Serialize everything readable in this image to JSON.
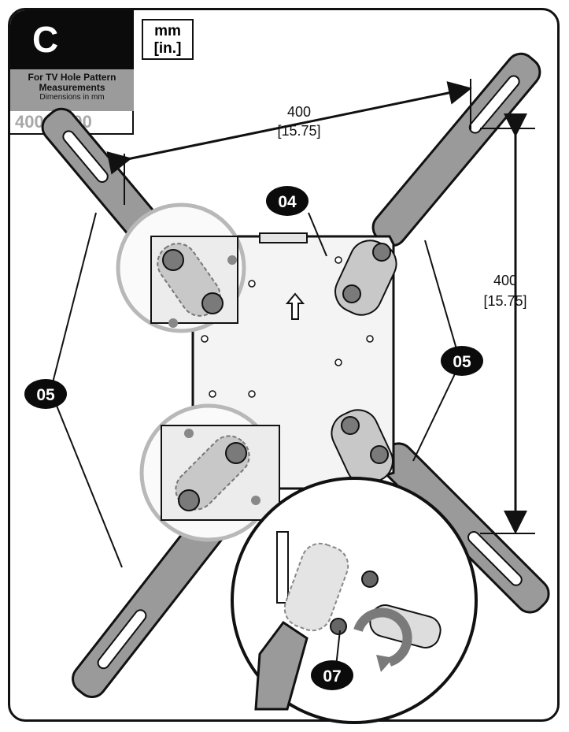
{
  "step": {
    "letter": "C"
  },
  "units": {
    "primary": "mm",
    "secondary": "[in.]"
  },
  "hole_pattern": {
    "heading": "For TV Hole Pattern Measurements",
    "note": "Dimensions in mm",
    "value": "400 x 400"
  },
  "dimensions": {
    "horizontal": {
      "value": "400",
      "inches": "[15.75]"
    },
    "vertical": {
      "value": "400",
      "inches": "[15.75]"
    }
  },
  "callouts": {
    "plate": "04",
    "arms_left": "05",
    "arms_right": "05",
    "screw": "07"
  },
  "colors": {
    "ink": "#111111",
    "arm_gray": "#9a9a9a",
    "plate_white": "#f4f4f4",
    "zoom_ring": "#b8b8b8"
  }
}
